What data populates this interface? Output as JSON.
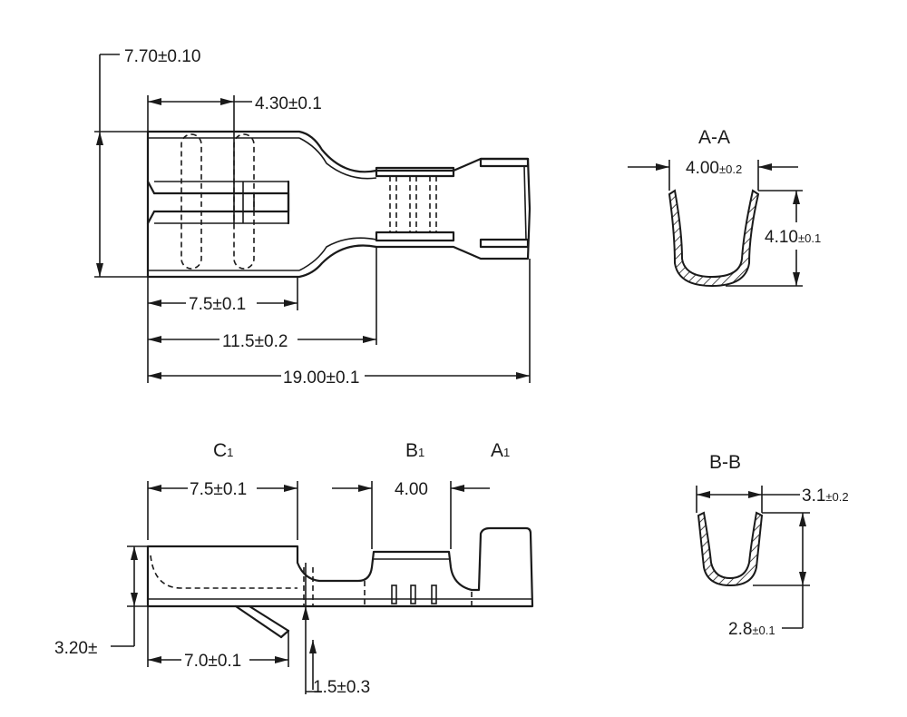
{
  "top_view": {
    "dim_total_width": "7.70±0.10",
    "dim_slot_width": "4.30±0.1",
    "dim_receptacle_len": "7.5±0.1",
    "dim_to_crimp": "11.5±0.2",
    "dim_total_len": "19.00±0.1"
  },
  "section_aa": {
    "title": "A-A",
    "width_main": "4.00",
    "width_tol": "±0.2",
    "height_main": "4.10",
    "height_tol": "±0.1"
  },
  "side_view": {
    "label_c1": "C",
    "label_c1_sub": "1",
    "label_b1": "B",
    "label_b1_sub": "1",
    "label_a1": "A",
    "label_a1_sub": "1",
    "dim_top_len": "7.5±0.1",
    "dim_b1": "4.00",
    "dim_height": "3.20±",
    "dim_bottom_len": "7.0±0.1",
    "dim_thickness": "1.5±0.3"
  },
  "section_bb": {
    "title": "B-B",
    "width_main": "3.1",
    "width_tol": "±0.2",
    "height_main": "2.8",
    "height_tol": "±0.1"
  }
}
